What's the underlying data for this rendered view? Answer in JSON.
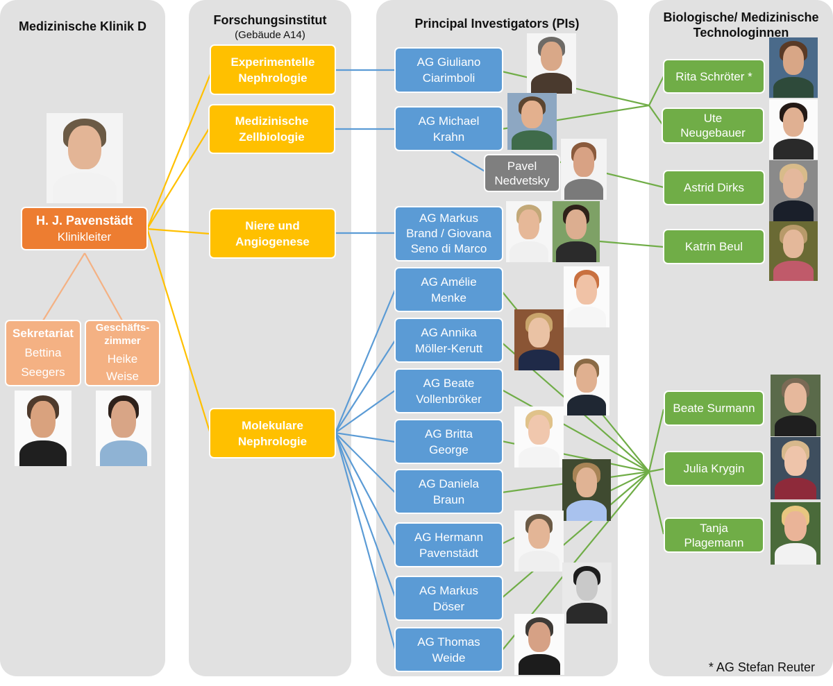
{
  "columns": {
    "klinik": {
      "title": "Medizinische Klinik D"
    },
    "institut": {
      "title": "Forschungsinstitut",
      "subtitle": "(Gebäude A14)"
    },
    "pis": {
      "title": "Principal Investigators (PIs)"
    },
    "mta": {
      "title_line1": "Biologische/ Medizinische",
      "title_line2": "Technologinnen"
    }
  },
  "klinik": {
    "head": {
      "name": "H. J. Pavenstädt",
      "role": "Klinikleiter"
    },
    "sekretariat": {
      "label": "Sekretariat",
      "name_line1": "Bettina",
      "name_line2": "Seegers"
    },
    "geschaeftszimmer": {
      "label_line1": "Geschäfts-",
      "label_line2": "zimmer",
      "name_line1": "Heike",
      "name_line2": "Weise"
    }
  },
  "departments": [
    {
      "line1": "Experimentelle",
      "line2": "Nephrologie"
    },
    {
      "line1": "Medizinische",
      "line2": "Zellbiologie"
    },
    {
      "line1": "Niere und",
      "line2": "Angiogenese"
    },
    {
      "line1": "Molekulare",
      "line2": "Nephrologie"
    }
  ],
  "pis": [
    {
      "lines": [
        "AG Giuliano",
        "Ciarimboli"
      ]
    },
    {
      "lines": [
        "AG Michael",
        "Krahn"
      ]
    },
    {
      "lines": [
        "AG Markus",
        "Brand / Giovana",
        "Seno di Marco"
      ]
    },
    {
      "lines": [
        "AG Amélie",
        "Menke"
      ]
    },
    {
      "lines": [
        "AG Annika",
        "Möller-Kerutt"
      ]
    },
    {
      "lines": [
        "AG Beate",
        "Vollenbröker"
      ]
    },
    {
      "lines": [
        "AG Britta",
        "George"
      ]
    },
    {
      "lines": [
        "AG Daniela",
        "Braun"
      ]
    },
    {
      "lines": [
        "AG Hermann",
        "Pavenstädt"
      ]
    },
    {
      "lines": [
        "AG Markus",
        "Döser"
      ]
    },
    {
      "lines": [
        "AG Thomas",
        "Weide"
      ]
    }
  ],
  "subgroup": {
    "lines": [
      "Pavel",
      "Nedvetsky"
    ]
  },
  "technologists": [
    {
      "lines": [
        "Rita Schröter *"
      ]
    },
    {
      "lines": [
        "Ute",
        "Neugebauer"
      ]
    },
    {
      "lines": [
        "Astrid Dirks"
      ]
    },
    {
      "lines": [
        "Katrin Beul"
      ]
    },
    {
      "lines": [
        "Beate Surmann"
      ]
    },
    {
      "lines": [
        "Julia Krygin"
      ]
    },
    {
      "lines": [
        "Tanja",
        "Plagemann"
      ]
    }
  ],
  "footnote": "* AG Stefan Reuter",
  "colors": {
    "leader": "#ed7d31",
    "staff": "#f4b183",
    "department": "#ffc000",
    "pi": "#5b9bd5",
    "technologist": "#70ad47",
    "subgroup": "#7f7f7f",
    "panel": "#e1e1e1"
  }
}
